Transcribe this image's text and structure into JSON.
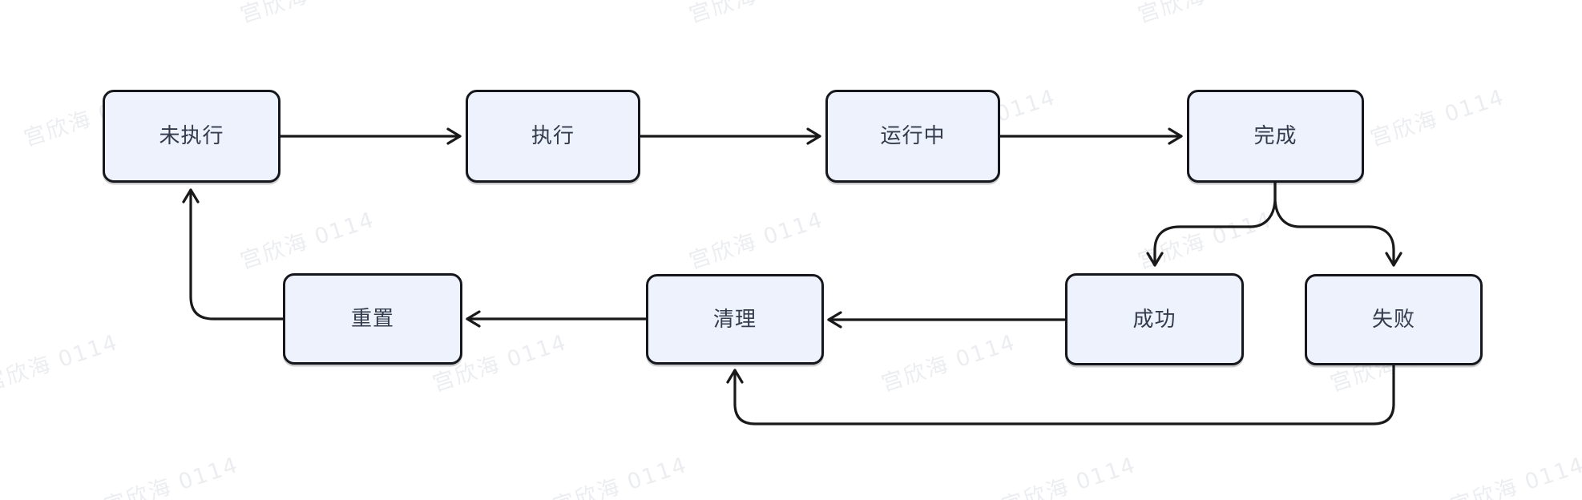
{
  "diagram": {
    "type": "flowchart-state-machine",
    "nodes": [
      {
        "id": "not-executed",
        "label": "未执行"
      },
      {
        "id": "execute",
        "label": "执行"
      },
      {
        "id": "running",
        "label": "运行中"
      },
      {
        "id": "complete",
        "label": "完成"
      },
      {
        "id": "reset",
        "label": "重置"
      },
      {
        "id": "cleanup",
        "label": "清理"
      },
      {
        "id": "success",
        "label": "成功"
      },
      {
        "id": "failure",
        "label": "失败"
      }
    ],
    "edges": [
      {
        "from": "未执行",
        "to": "执行"
      },
      {
        "from": "执行",
        "to": "运行中"
      },
      {
        "from": "运行中",
        "to": "完成"
      },
      {
        "from": "完成",
        "to": "成功"
      },
      {
        "from": "完成",
        "to": "失败"
      },
      {
        "from": "成功",
        "to": "清理"
      },
      {
        "from": "失败",
        "to": "清理"
      },
      {
        "from": "清理",
        "to": "重置"
      },
      {
        "from": "重置",
        "to": "未执行"
      }
    ]
  },
  "watermark": {
    "text": "宫欣海 0114"
  },
  "colors": {
    "background": "#ffffff",
    "node_fill": "#edf2fc",
    "node_border": "#15171d",
    "node_text": "#333b4c",
    "connector": "#191919",
    "watermark_text": "#8a94a8"
  }
}
